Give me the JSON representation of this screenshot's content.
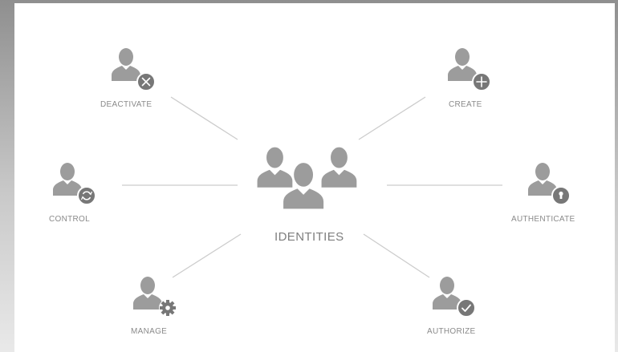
{
  "diagram": {
    "center": {
      "label": "IDENTITIES",
      "icon": "user-group-icon"
    },
    "nodes": [
      {
        "key": "deactivate",
        "label": "DEACTIVATE",
        "icon": "user-remove-icon"
      },
      {
        "key": "create",
        "label": "CREATE",
        "icon": "user-add-icon"
      },
      {
        "key": "control",
        "label": "CONTROL",
        "icon": "user-sync-icon"
      },
      {
        "key": "authenticate",
        "label": "AUTHENTICATE",
        "icon": "user-keyhole-icon"
      },
      {
        "key": "manage",
        "label": "MANAGE",
        "icon": "user-settings-icon"
      },
      {
        "key": "authorize",
        "label": "AUTHORIZE",
        "icon": "user-check-icon"
      }
    ]
  },
  "colors": {
    "icon": "#9c9c9c",
    "badge": "#777777",
    "connector": "#cccccc",
    "label": "#8a8a8a"
  }
}
